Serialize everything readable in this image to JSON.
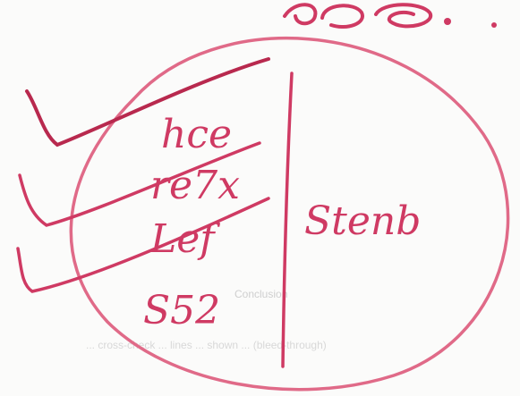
{
  "ink_color": "#cf3a63",
  "stroke_colors": {
    "circle": "#e06a88",
    "heavy": "#b8294e"
  },
  "handwriting": {
    "top_fragment": "ꝏ ○ .",
    "words_left": [
      "hce",
      "re7x",
      "Lef",
      "S52"
    ],
    "word_right": "Stenb"
  },
  "show_through": {
    "line_1": "Conclusion",
    "line_2": "... cross-check ... lines ... shown ... (bleed-through)"
  }
}
